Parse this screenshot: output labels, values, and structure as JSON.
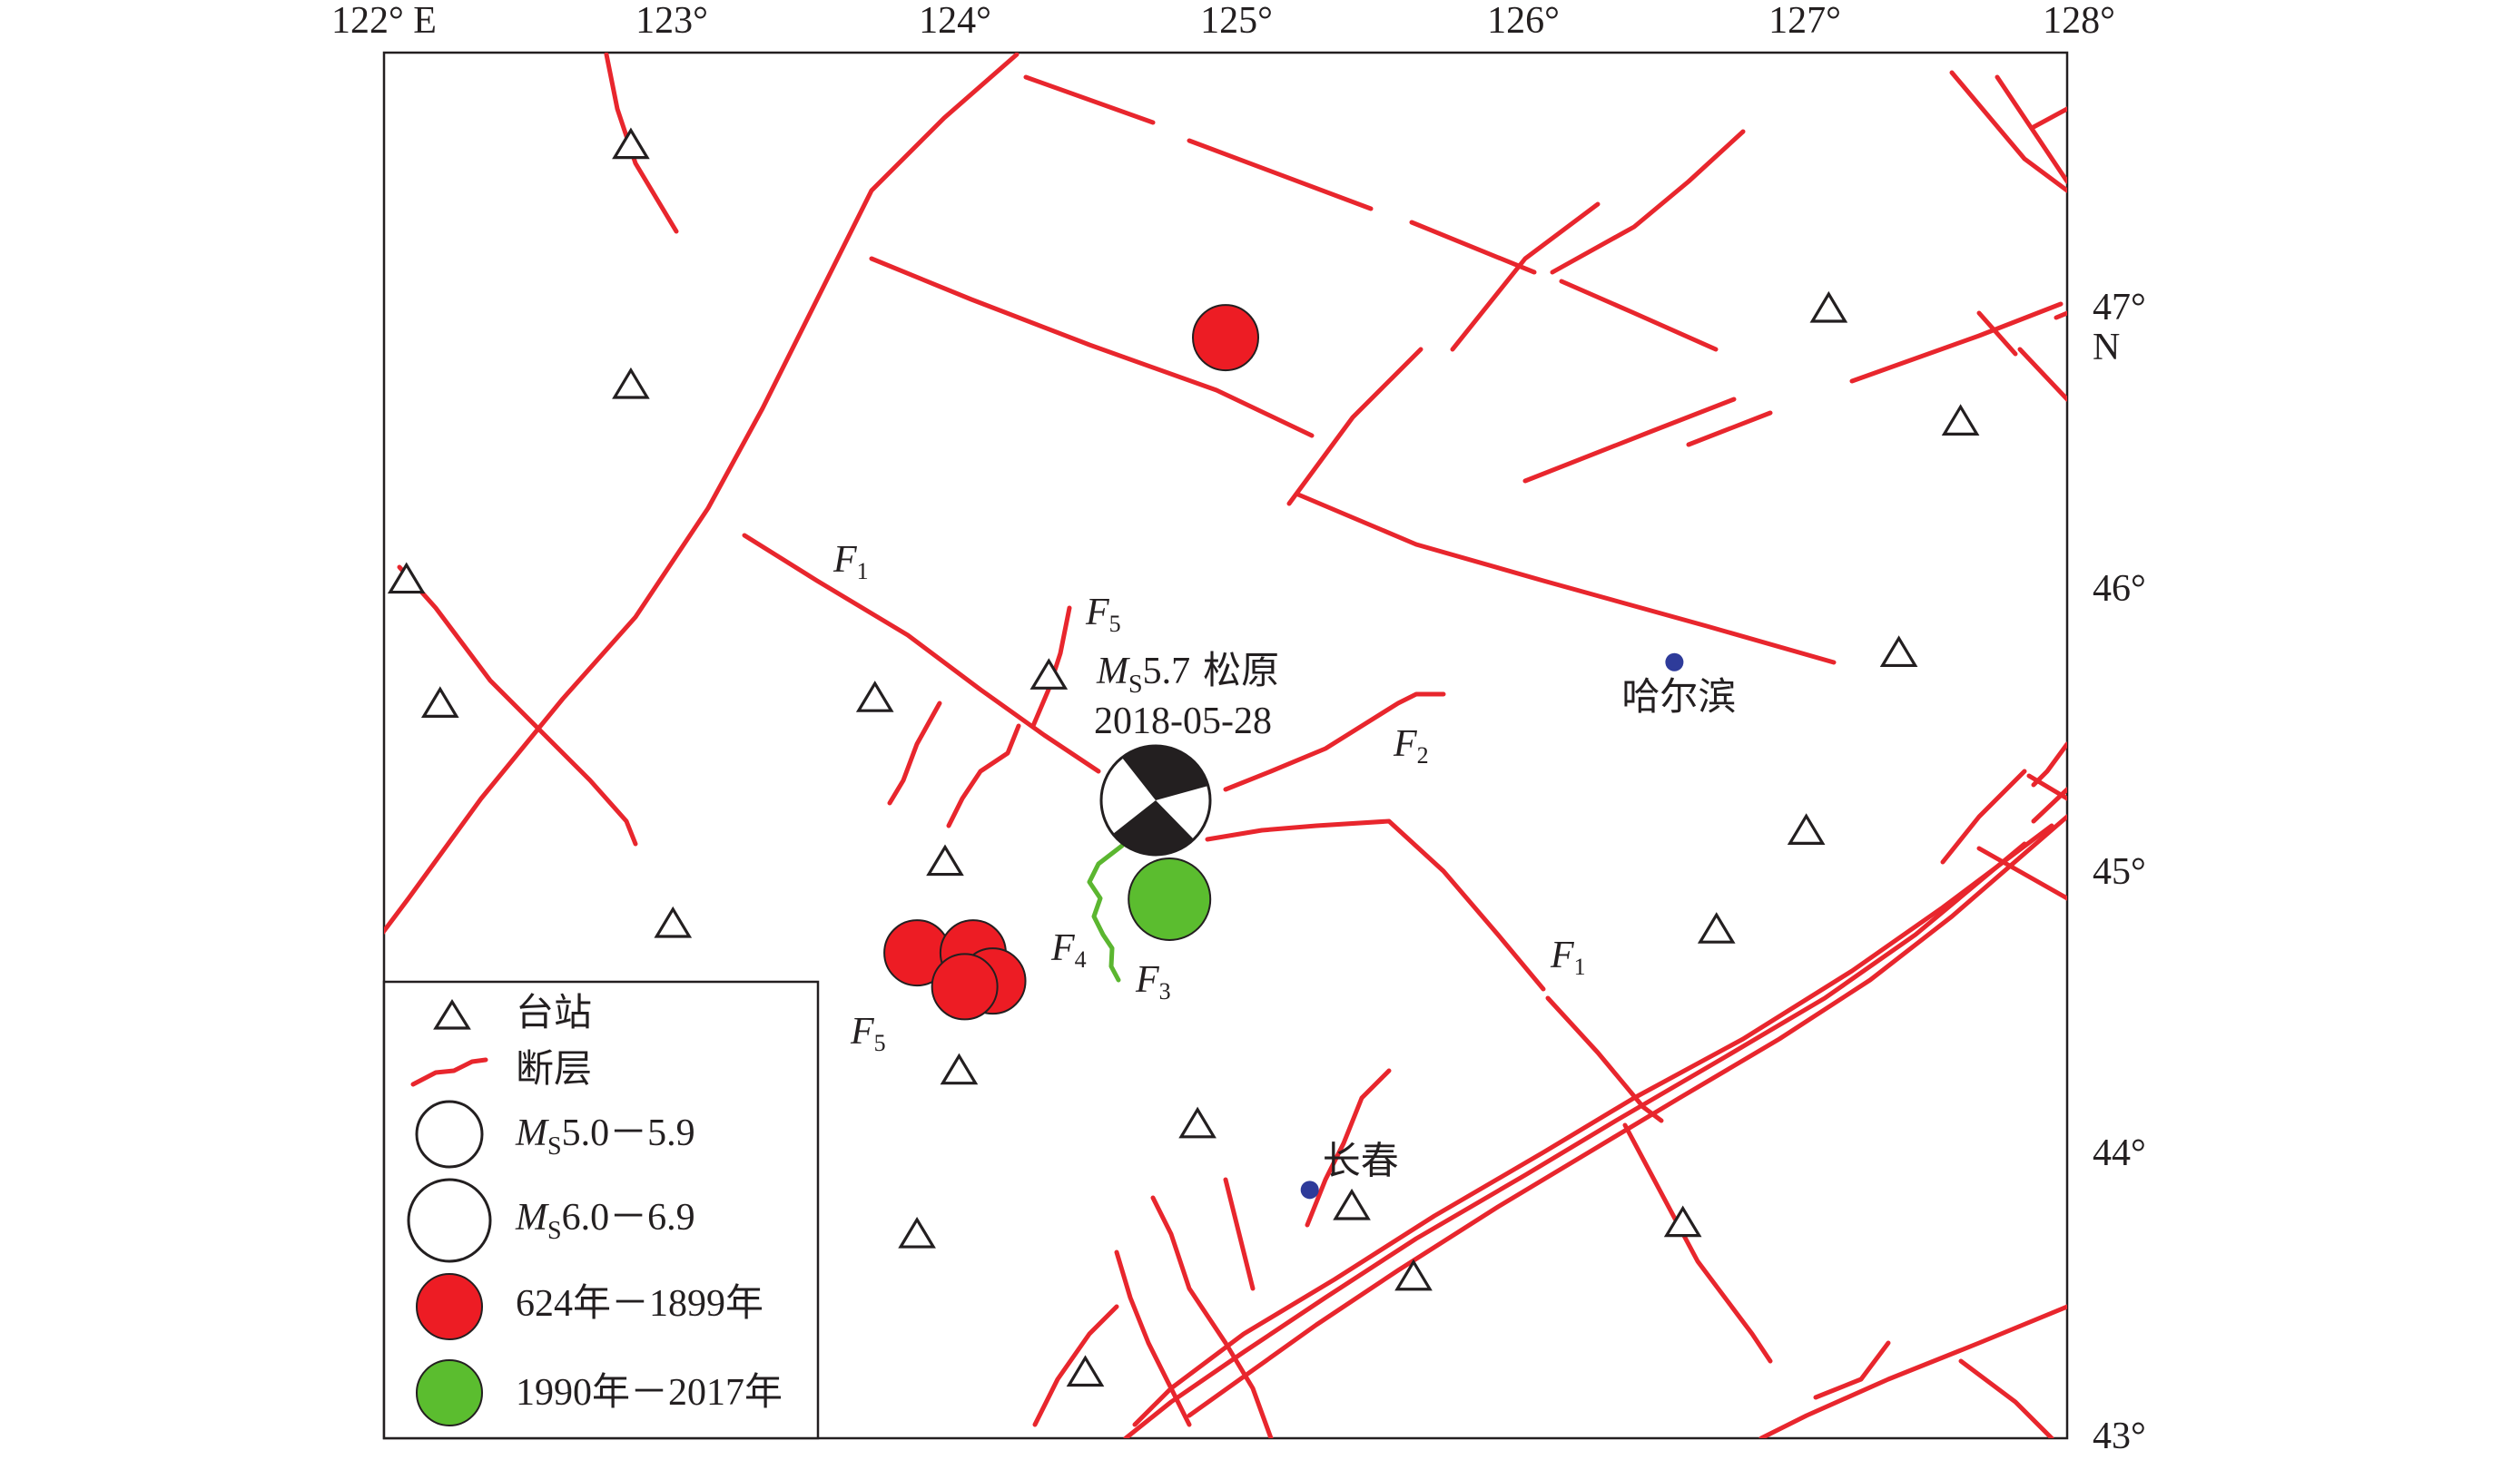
{
  "map": {
    "lon_ticks": [
      "122° E",
      "123°",
      "124°",
      "125°",
      "126°",
      "127°",
      "128°"
    ],
    "lat_ticks": [
      "47°",
      "46°",
      "45°",
      "44°",
      "43°"
    ],
    "lat_suffix": "N"
  },
  "cities": [
    {
      "name": "哈尔滨",
      "lon": 126.6,
      "lat": 45.75
    },
    {
      "name": "长春",
      "lon": 125.3,
      "lat": 43.88
    }
  ],
  "event": {
    "mag_prefix": "M",
    "mag_sub": "S",
    "mag_value": "5.7",
    "place": "松原",
    "date": "2018-05-28",
    "lon": 124.72,
    "lat": 45.27
  },
  "fault_labels": [
    {
      "id": "F1",
      "letter": "F",
      "sub": "1"
    },
    {
      "id": "F5",
      "letter": "F",
      "sub": "5"
    },
    {
      "id": "F2",
      "letter": "F",
      "sub": "2"
    },
    {
      "id": "F4",
      "letter": "F",
      "sub": "4"
    },
    {
      "id": "F3",
      "letter": "F",
      "sub": "3"
    },
    {
      "id": "F1b",
      "letter": "F",
      "sub": "1"
    },
    {
      "id": "F5b",
      "letter": "F",
      "sub": "5"
    }
  ],
  "legend": {
    "station": "台站",
    "fault": "断层",
    "m5_prefix": "M",
    "m5_sub": "S",
    "m5_range": "5.0－5.9",
    "m6_prefix": "M",
    "m6_sub": "S",
    "m6_range": "6.0－6.9",
    "hist": "624年－1899年",
    "modern": "1990年－2017年"
  },
  "colors": {
    "fault": "#e8262d",
    "historic_quake": "#ed1c24",
    "modern_quake": "#5bbd2f",
    "city": "#2e3b9a",
    "green_fault": "#5bb630"
  },
  "stations": [
    {
      "lon": 122.88,
      "lat": 47.58
    },
    {
      "lon": 122.88,
      "lat": 46.73
    },
    {
      "lon": 122.08,
      "lat": 46.04
    },
    {
      "lon": 122.2,
      "lat": 45.6
    },
    {
      "lon": 123.03,
      "lat": 44.82
    },
    {
      "lon": 123.75,
      "lat": 45.62
    },
    {
      "lon": 124.0,
      "lat": 45.04
    },
    {
      "lon": 124.05,
      "lat": 44.3
    },
    {
      "lon": 124.37,
      "lat": 45.7
    },
    {
      "lon": 123.9,
      "lat": 43.72
    },
    {
      "lon": 124.5,
      "lat": 43.23
    },
    {
      "lon": 124.9,
      "lat": 44.11
    },
    {
      "lon": 125.45,
      "lat": 43.82
    },
    {
      "lon": 125.67,
      "lat": 43.57
    },
    {
      "lon": 126.63,
      "lat": 43.76
    },
    {
      "lon": 126.75,
      "lat": 44.8
    },
    {
      "lon": 127.07,
      "lat": 45.15
    },
    {
      "lon": 127.15,
      "lat": 47.0
    },
    {
      "lon": 127.4,
      "lat": 45.78
    },
    {
      "lon": 127.62,
      "lat": 46.6
    }
  ],
  "historic_quakes": [
    {
      "lon": 125.0,
      "lat": 46.9
    },
    {
      "lon": 123.9,
      "lat": 44.72
    },
    {
      "lon": 124.1,
      "lat": 44.72
    },
    {
      "lon": 124.17,
      "lat": 44.62
    },
    {
      "lon": 124.07,
      "lat": 44.6
    }
  ],
  "modern_quakes": [
    {
      "lon": 124.8,
      "lat": 44.91
    }
  ]
}
